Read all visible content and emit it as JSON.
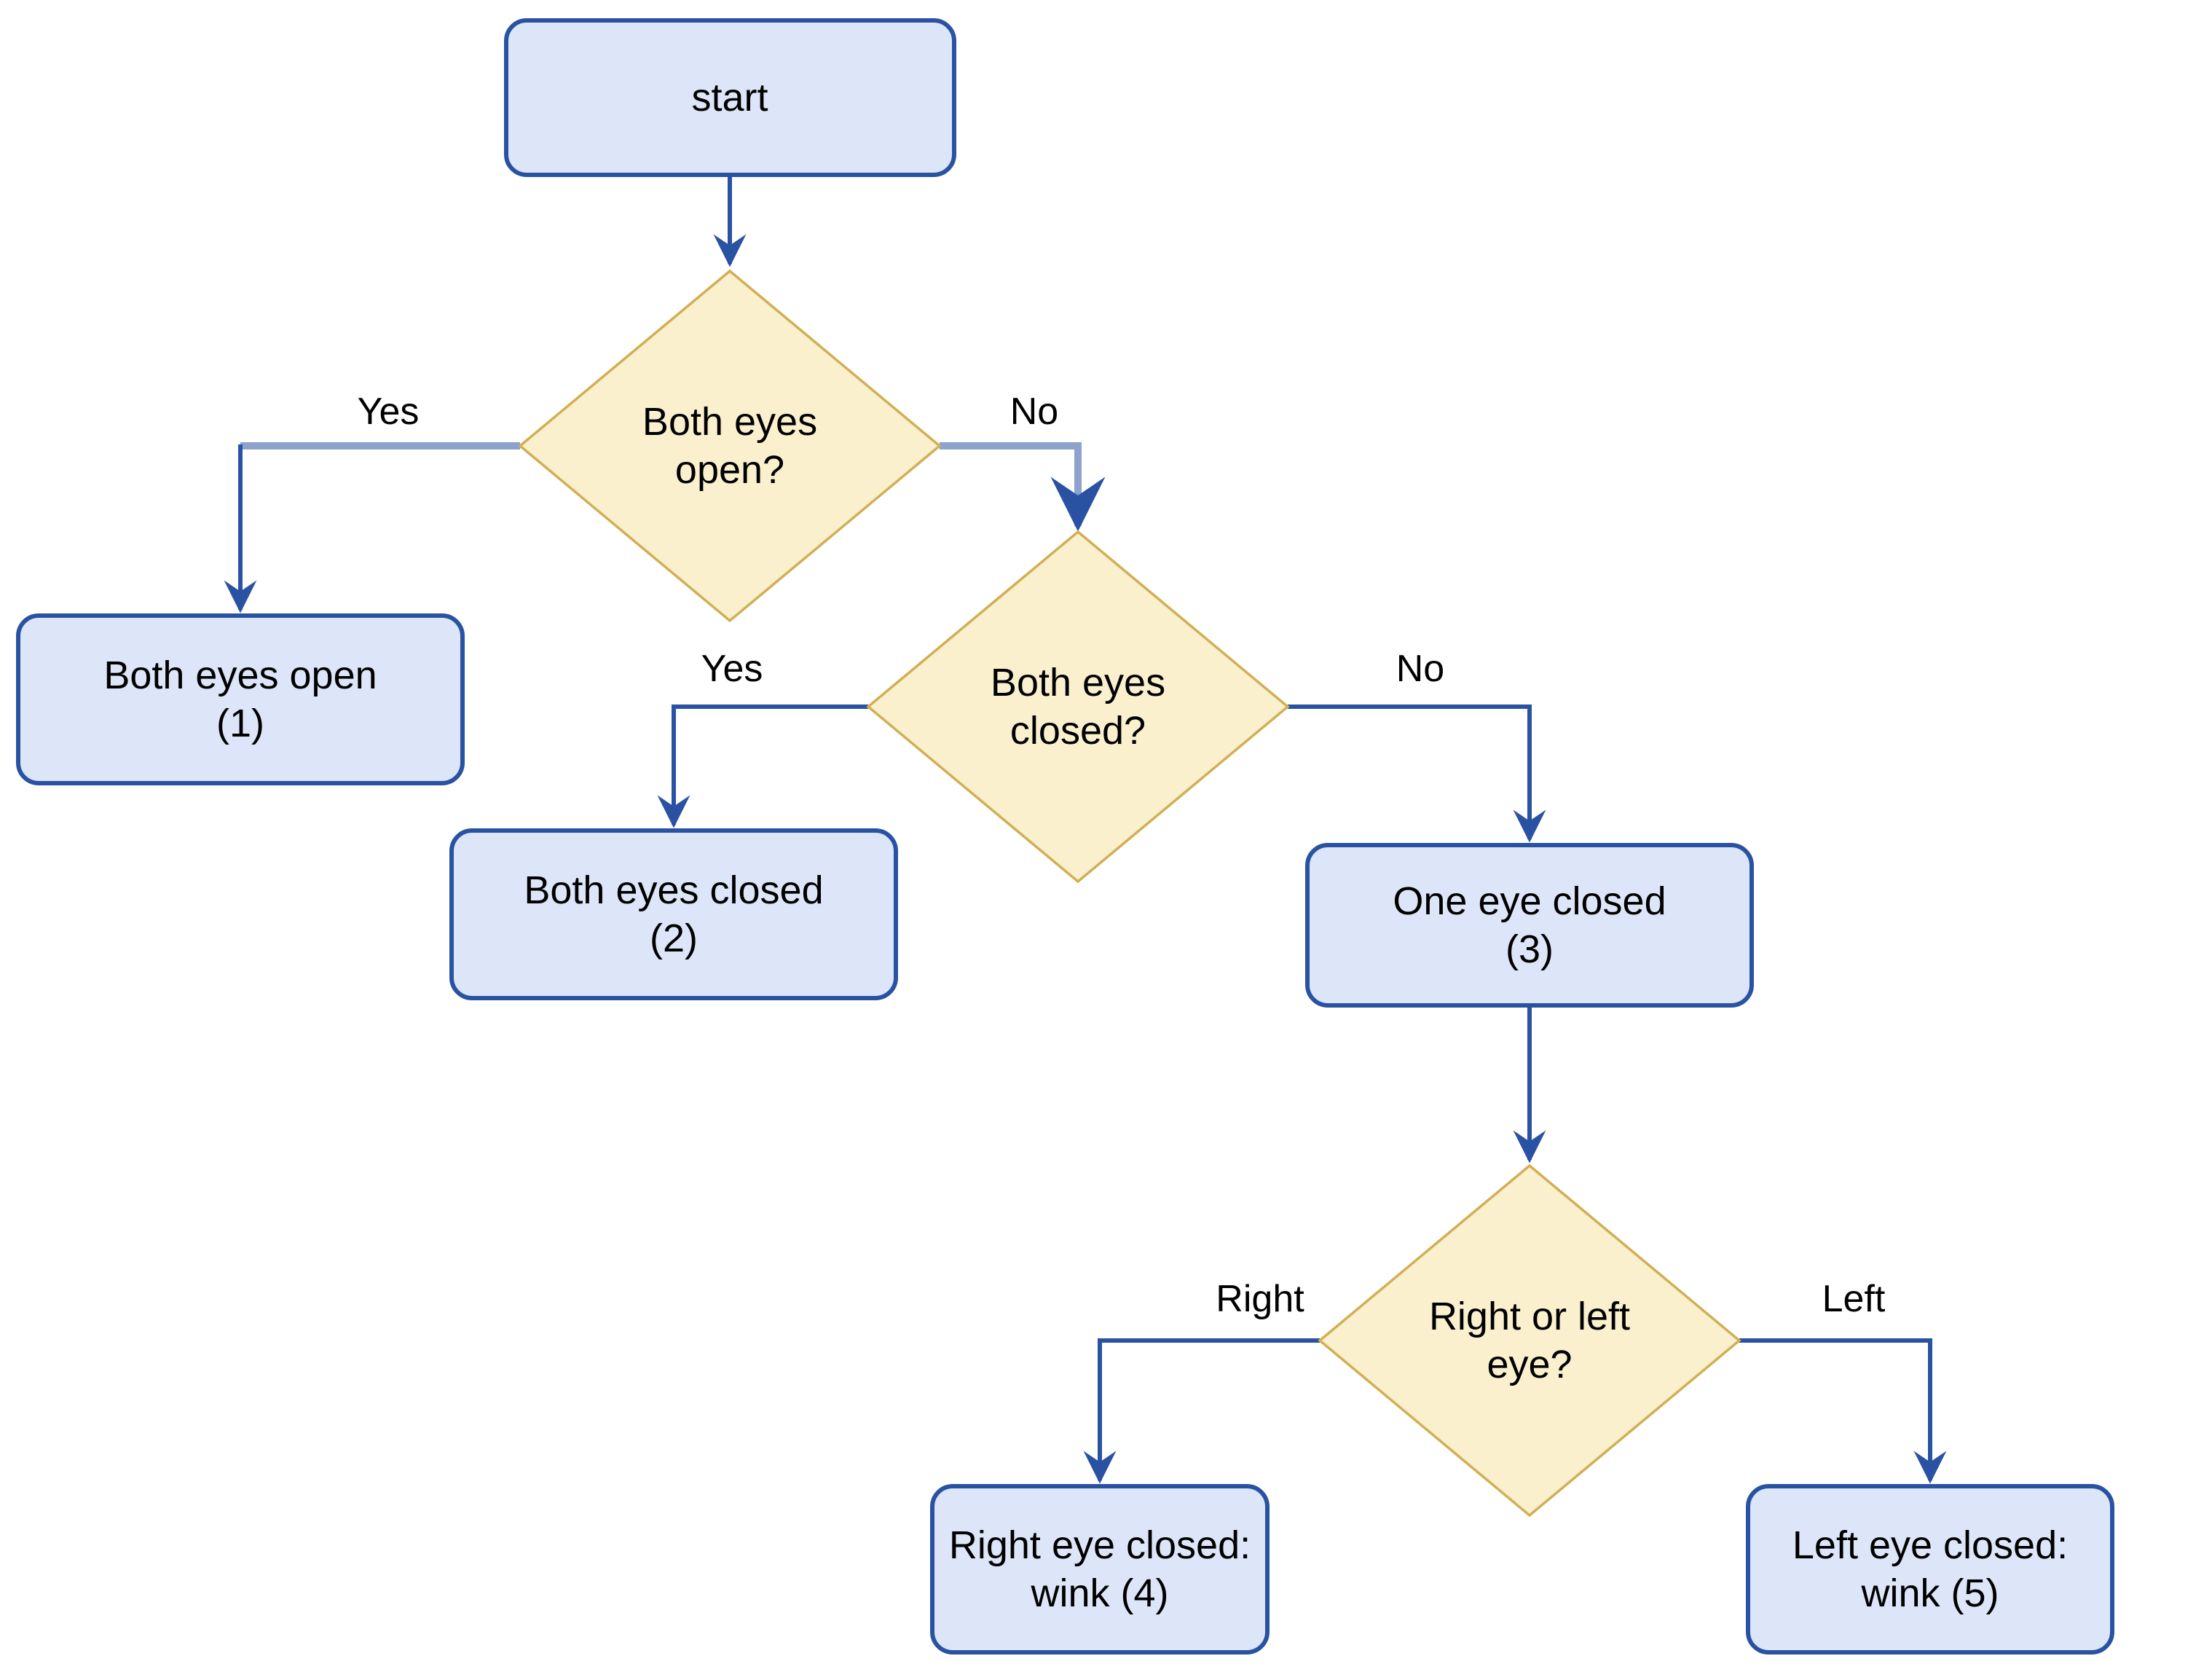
{
  "colors": {
    "background": "#ffffff",
    "node_fill": "#dce6f8",
    "node_stroke": "#2a52a3",
    "decision_fill": "#faf0ce",
    "decision_stroke": "#d2af54",
    "edge_dark": "#2a52a3",
    "edge_light": "#8da2cd",
    "text": "#000000"
  },
  "flowchart": {
    "nodes": {
      "start": {
        "type": "terminal",
        "lines": [
          "start"
        ]
      },
      "d1": {
        "type": "decision",
        "lines": [
          "Both eyes",
          "open?"
        ]
      },
      "box1": {
        "type": "outcome",
        "lines": [
          "Both eyes open",
          "(1)"
        ]
      },
      "d2": {
        "type": "decision",
        "lines": [
          "Both eyes",
          "closed?"
        ]
      },
      "box2": {
        "type": "outcome",
        "lines": [
          "Both eyes closed",
          "(2)"
        ]
      },
      "box3": {
        "type": "outcome",
        "lines": [
          "One eye closed",
          "(3)"
        ]
      },
      "d3": {
        "type": "decision",
        "lines": [
          "Right or left",
          "eye?"
        ]
      },
      "box4": {
        "type": "outcome",
        "lines": [
          "Right eye closed:",
          "wink (4)"
        ]
      },
      "box5": {
        "type": "outcome",
        "lines": [
          "Left eye closed:",
          "wink (5)"
        ]
      }
    },
    "edges": {
      "start_to_d1": {
        "from": "start",
        "to": "d1"
      },
      "d1_yes": {
        "from": "d1",
        "to": "box1",
        "label": "Yes"
      },
      "d1_no": {
        "from": "d1",
        "to": "d2",
        "label": "No"
      },
      "d2_yes": {
        "from": "d2",
        "to": "box2",
        "label": "Yes"
      },
      "d2_no": {
        "from": "d2",
        "to": "box3",
        "label": "No"
      },
      "box3_to_d3": {
        "from": "box3",
        "to": "d3"
      },
      "d3_right": {
        "from": "d3",
        "to": "box4",
        "label": "Right"
      },
      "d3_left": {
        "from": "d3",
        "to": "box5",
        "label": "Left"
      }
    }
  }
}
